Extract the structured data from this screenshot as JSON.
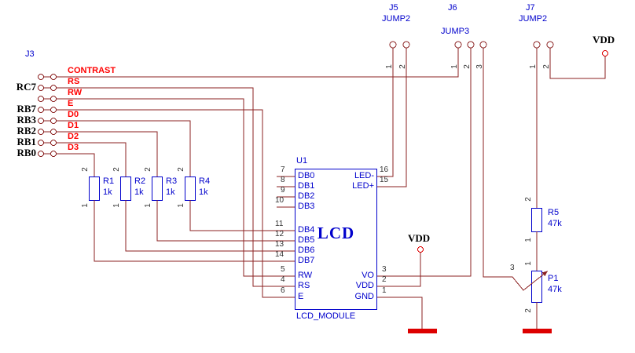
{
  "schematic": {
    "j3": {
      "ref": "J3",
      "ports": [
        "RC7",
        "RB7",
        "RB3",
        "RB2",
        "RB1",
        "RB0"
      ],
      "nets": [
        "CONTRAST",
        "RS",
        "RW",
        "E",
        "D0",
        "D1",
        "D2",
        "D3"
      ]
    },
    "j5": {
      "ref": "J5",
      "type": "JUMP2",
      "pins": [
        "1",
        "2"
      ]
    },
    "j6": {
      "ref": "J6",
      "type": "JUMP3",
      "pins": [
        "1",
        "2",
        "3"
      ]
    },
    "j7": {
      "ref": "J7",
      "type": "JUMP2",
      "pins": [
        "1",
        "2"
      ]
    },
    "u1": {
      "ref": "U1",
      "name": "LCD",
      "module": "LCD_MODULE",
      "left_pins": [
        [
          "DB0",
          "7"
        ],
        [
          "DB1",
          "8"
        ],
        [
          "DB2",
          "9"
        ],
        [
          "DB3",
          "10"
        ],
        [
          "DB4",
          "11"
        ],
        [
          "DB5",
          "12"
        ],
        [
          "DB6",
          "13"
        ],
        [
          "DB7",
          "14"
        ],
        [
          "RW",
          "5"
        ],
        [
          "RS",
          "4"
        ],
        [
          "E",
          "6"
        ]
      ],
      "right_pins": [
        [
          "LED-",
          "16"
        ],
        [
          "LED+",
          "15"
        ],
        [
          "VO",
          "3"
        ],
        [
          "VDD",
          "2"
        ],
        [
          "GND",
          "1"
        ]
      ]
    },
    "resistors": [
      {
        "ref": "R1",
        "value": "1k",
        "pins": [
          "2",
          "1"
        ]
      },
      {
        "ref": "R2",
        "value": "1k",
        "pins": [
          "2",
          "1"
        ]
      },
      {
        "ref": "R3",
        "value": "1k",
        "pins": [
          "2",
          "1"
        ]
      },
      {
        "ref": "R4",
        "value": "1k",
        "pins": [
          "2",
          "1"
        ]
      },
      {
        "ref": "R5",
        "value": "47k",
        "pins": [
          "2",
          "1"
        ]
      }
    ],
    "p1": {
      "ref": "P1",
      "value": "47k",
      "pins": [
        "1",
        "2",
        "3"
      ]
    },
    "power": {
      "vdd_top": "VDD",
      "vdd_mid": "VDD"
    },
    "colors": {
      "wire": "#8b2222",
      "net_label": "#ff0000",
      "component": "#0000cc",
      "ground": "#dd0000"
    }
  }
}
